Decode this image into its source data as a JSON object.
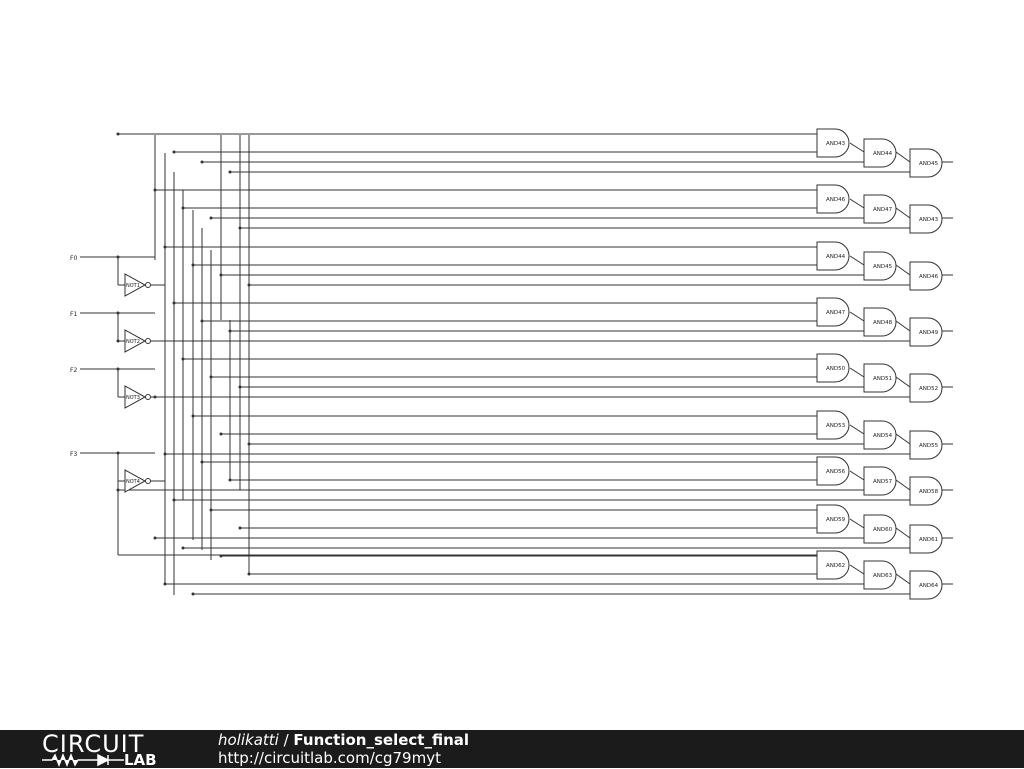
{
  "schematic": {
    "inputs": [
      "F0",
      "F1",
      "F2",
      "F3"
    ],
    "not_gates": [
      "NOT1",
      "NOT2",
      "NOT3",
      "NOT4"
    ],
    "and_rows": [
      [
        "AND43",
        "AND44",
        "AND45"
      ],
      [
        "AND46",
        "AND47",
        "AND43"
      ],
      [
        "AND44",
        "AND45",
        "AND46"
      ],
      [
        "AND47",
        "AND48",
        "AND49"
      ],
      [
        "AND50",
        "AND51",
        "AND52"
      ],
      [
        "AND53",
        "AND54",
        "AND55"
      ],
      [
        "AND56",
        "AND57",
        "AND58"
      ],
      [
        "AND59",
        "AND60",
        "AND61"
      ],
      [
        "AND62",
        "AND63",
        "AND64"
      ]
    ]
  },
  "footer": {
    "logo_top": "CIRCUIT",
    "logo_bottom": "LAB",
    "author": "holikatti",
    "separator": " / ",
    "title": "Function_select_final",
    "url": "http://circuitlab.com/cg79myt"
  }
}
